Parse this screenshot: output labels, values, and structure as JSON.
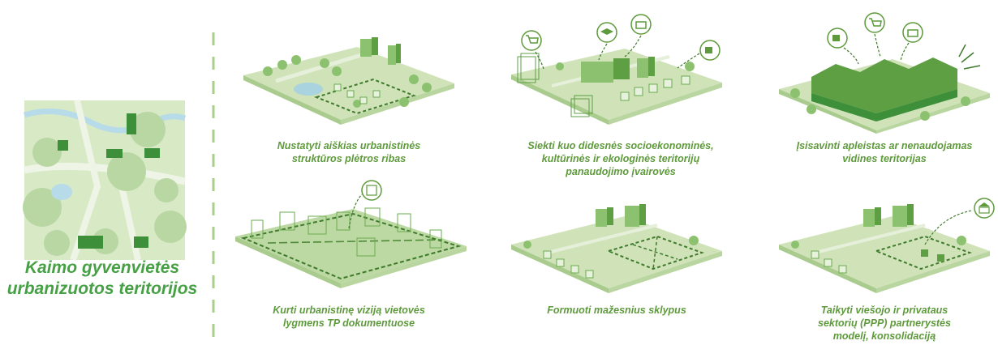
{
  "left_panel": {
    "title_line1": "Kaimo gyvenvietės",
    "title_line2": "urbanizuotos teritorijos"
  },
  "captions": [
    {
      "line1": "Nustatyti aiškias urbanistinės",
      "line2": "struktūros plėtros ribas"
    },
    {
      "line1": "Siekti kuo didesnės socioekonominės,",
      "line2": "kultūrinės ir ekologinės teritorijų",
      "line3": "panaudojimo įvairovės"
    },
    {
      "line1": "Įsisavinti apleistas ar nenaudojamas",
      "line2": "vidines teritorijas"
    },
    {
      "line1": "Kurti urbanistinę viziją vietovės",
      "line2": "lygmens TP dokumentuose"
    },
    {
      "line1": "Formuoti mažesnius sklypus"
    },
    {
      "line1": "Taikyti viešojo ir privataus",
      "line2": "sektorių (PPP) partnerystės",
      "line3": "modelį, konsolidaciją"
    }
  ],
  "colors": {
    "caption_text": "#5e9a3c",
    "title_text": "#46a044",
    "platform_top": "#cfe2b8",
    "building": "#73b25a",
    "divider": "#a9cf8a"
  },
  "icons": [
    "shopping-cart-icon",
    "graduation-cap-icon",
    "briefcase-icon",
    "coffee-cup-icon",
    "map-pin-icon",
    "bank-icon"
  ]
}
